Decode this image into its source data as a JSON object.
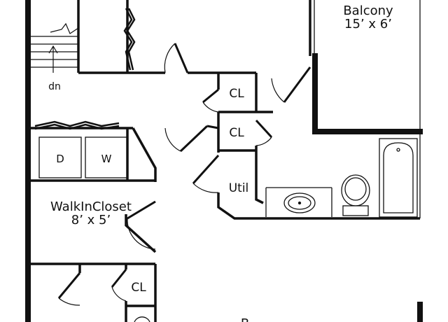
{
  "plan": {
    "rooms": {
      "balcony": {
        "name": "Balcony",
        "size": "15’ x 6’"
      },
      "walk_in_closet": {
        "name": "WalkInCloset",
        "size": "8’ x 5’"
      },
      "utility": {
        "name": "Util"
      },
      "closet_top": {
        "name": "CL"
      },
      "closet_middle": {
        "name": "CL"
      },
      "closet_bottom": {
        "name": "CL"
      },
      "dryer": {
        "name": "D"
      },
      "washer": {
        "name": "W"
      },
      "bedroom_partial": {
        "name": "B"
      }
    },
    "stairs": {
      "label": "dn"
    }
  },
  "colors": {
    "wall": "#111111",
    "background": "#ffffff",
    "fixture_fill": "#ffffff"
  },
  "icons": [
    "stairs-down-arrow-icon",
    "toilet-icon",
    "sink-icon",
    "bathtub-icon"
  ]
}
